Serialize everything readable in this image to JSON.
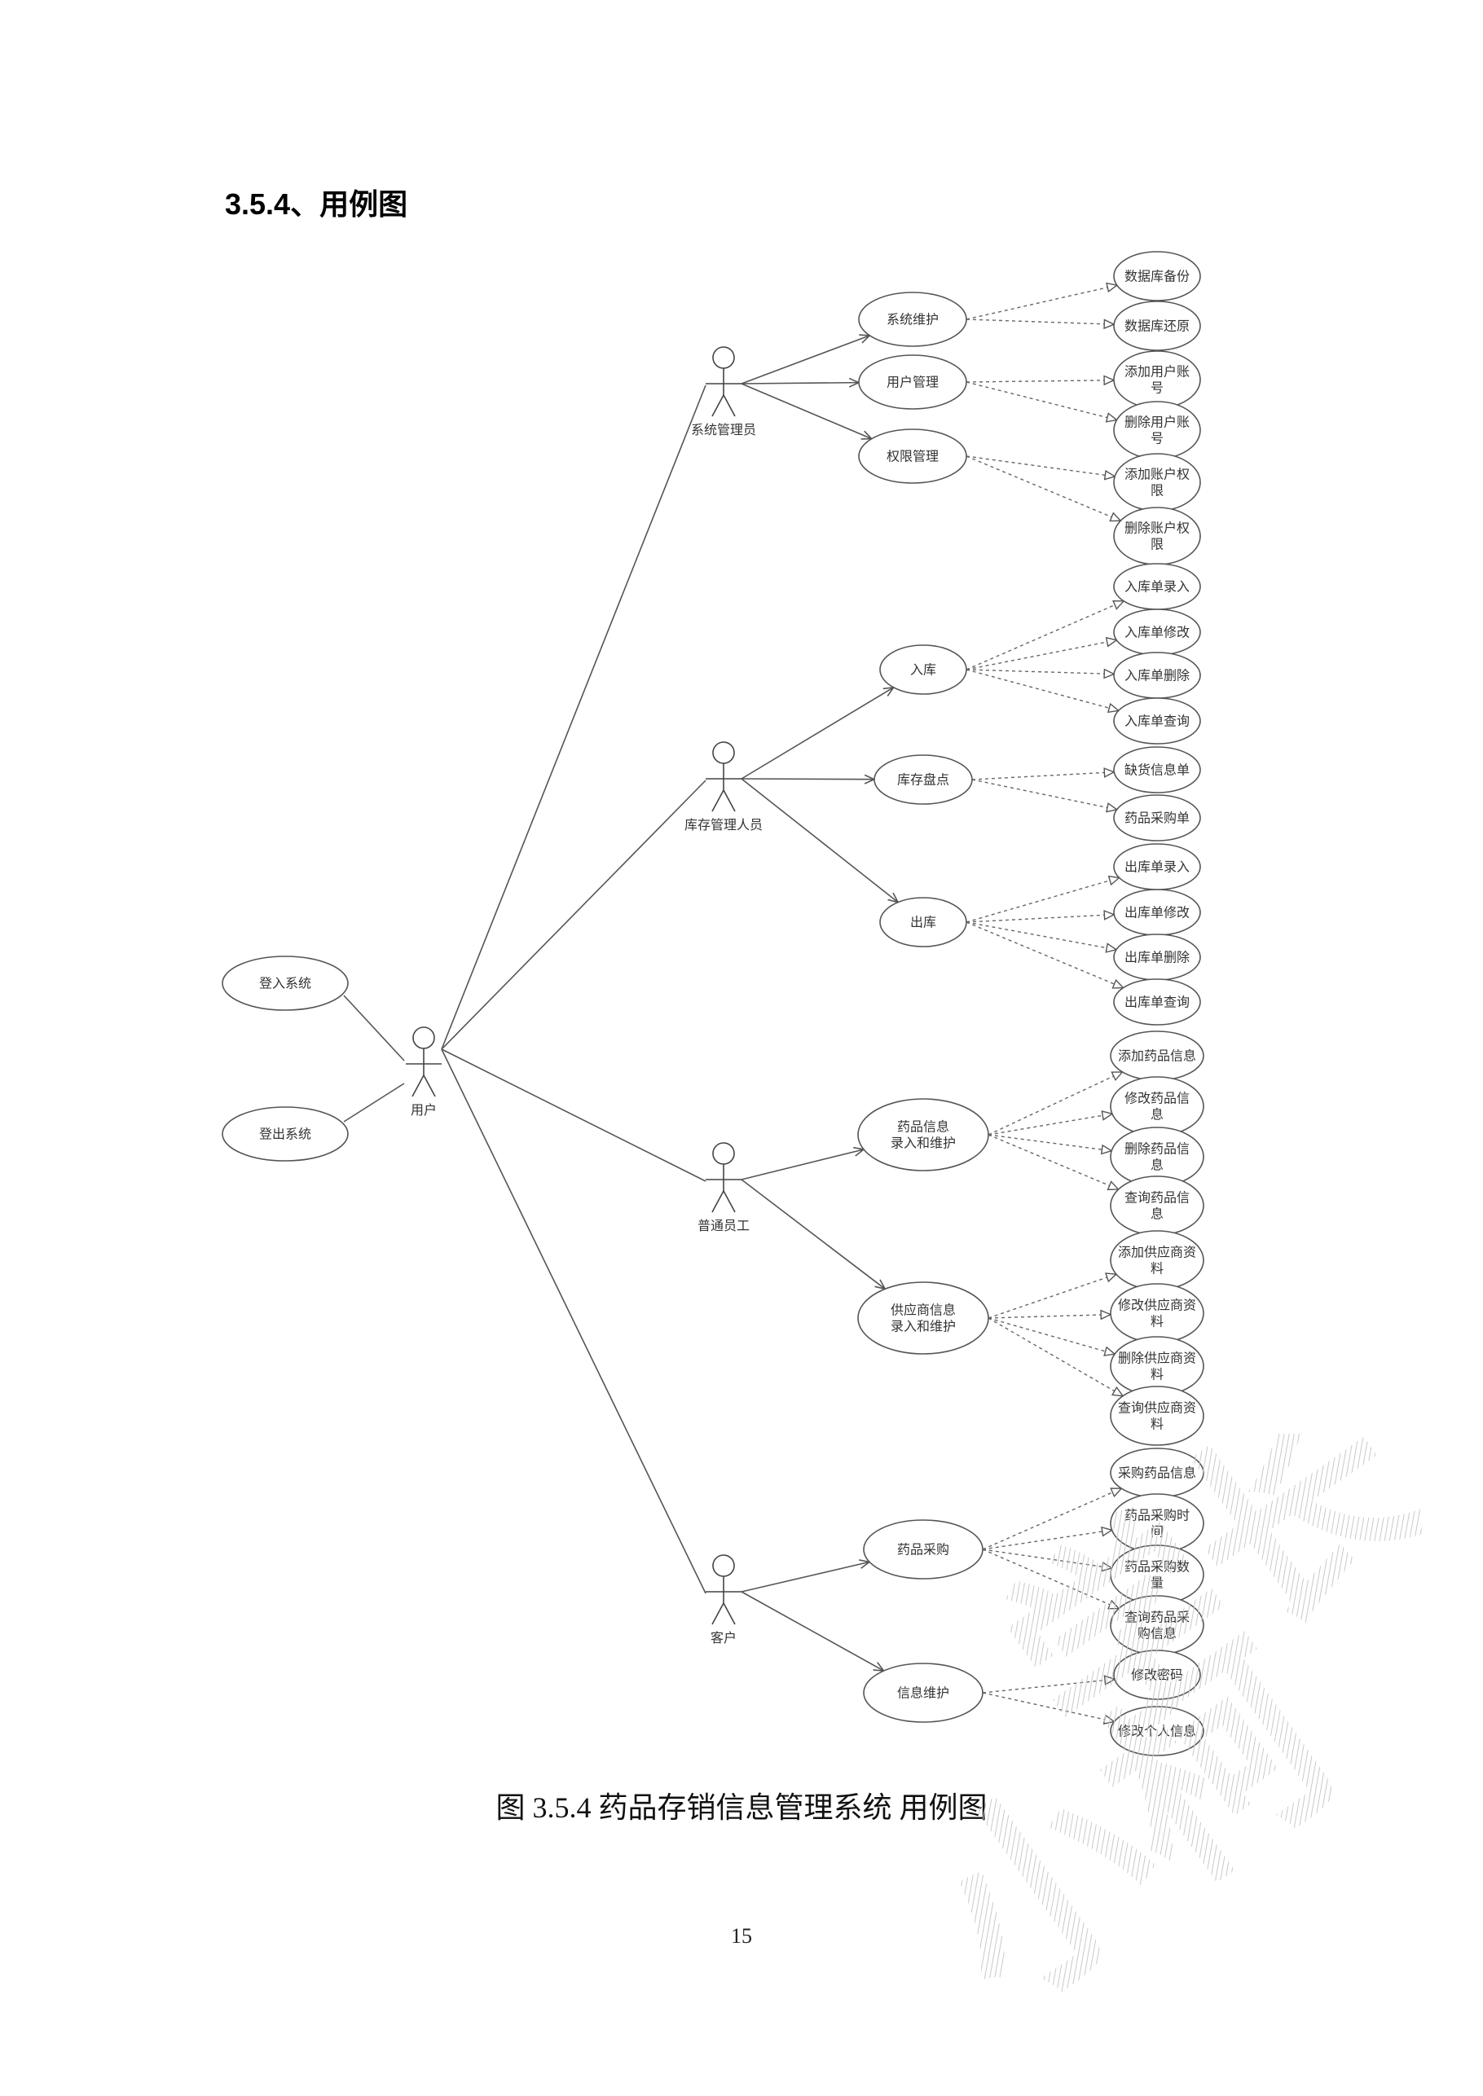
{
  "heading": "3.5.4、用例图",
  "caption": "图 3.5.4  药品存销信息管理系统  用例图",
  "page_number": "15",
  "actors": {
    "root": "用户",
    "a1": "系统管理员",
    "a2": "库存管理人员",
    "a3": "普通员工",
    "a4": "客户"
  },
  "usecases": {
    "login": "登入系统",
    "logout": "登出系统",
    "sys": "系统维护",
    "user": "用户管理",
    "perm": "权限管理",
    "in": "入库",
    "inv": "库存盘点",
    "out": "出库",
    "drug": "药品信息\n录入和维护",
    "supp": "供应商信息\n录入和维护",
    "purchase": "药品采购",
    "info": "信息维护",
    "db_backup": "数据库备份",
    "db_restore": "数据库还原",
    "add_account": "添加用户账\n号",
    "del_account": "删除用户账\n号",
    "add_perm": "添加账户权\n限",
    "del_perm": "删除账户权\n限",
    "in_entry": "入库单录入",
    "in_edit": "入库单修改",
    "in_delete": "入库单删除",
    "in_query": "入库单查询",
    "shortage": "缺货信息单",
    "purchase_order": "药品采购单",
    "out_entry": "出库单录入",
    "out_edit": "出库单修改",
    "out_delete": "出库单删除",
    "out_query": "出库单查询",
    "add_drug": "添加药品信息",
    "edit_drug": "修改药品信\n息",
    "del_drug": "删除药品信\n息",
    "query_drug": "查询药品信\n息",
    "add_supp": "添加供应商资\n料",
    "edit_supp": "修改供应商资\n料",
    "del_supp": "删除供应商资\n料",
    "query_supp": "查询供应商资\n料",
    "buy_info": "采购药品信息",
    "buy_time": "药品采购时\n间",
    "buy_qty": "药品采购数\n量",
    "buy_query": "查询药品采\n购信息",
    "chg_pwd": "修改密码",
    "chg_personal": "修改个人信息"
  },
  "watermark_text": "小柯学长"
}
